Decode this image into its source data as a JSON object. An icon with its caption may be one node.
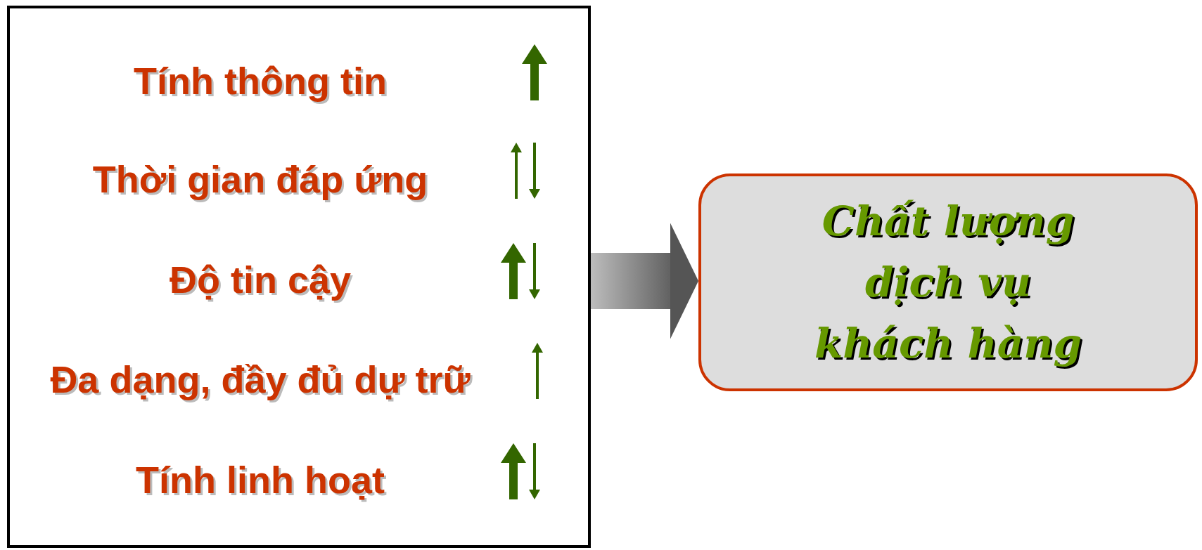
{
  "diagram": {
    "nodes": [
      {
        "text": [],
        "shape": "box"
      },
      {
        "text": [
          "Tính thông tin"
        ],
        "in": 0
      },
      {
        "text": [
          "Thời gian đáp ứng"
        ],
        "in": 0
      },
      {
        "text": [
          "Độ tin cậy"
        ],
        "in": 0
      },
      {
        "text": [
          "Đa dạng, đầy đủ dự trữ"
        ],
        "in": 0
      },
      {
        "text": [
          "Tính linh hoạt"
        ],
        "in": 0
      },
      {
        "text": [
          "Chất lượng dịch vụ khách hàng"
        ]
      }
    ],
    "edges": [
      {
        "from": 0,
        "to": 6,
        "arrow": "to",
        "style": "thick"
      }
    ]
  }
}
